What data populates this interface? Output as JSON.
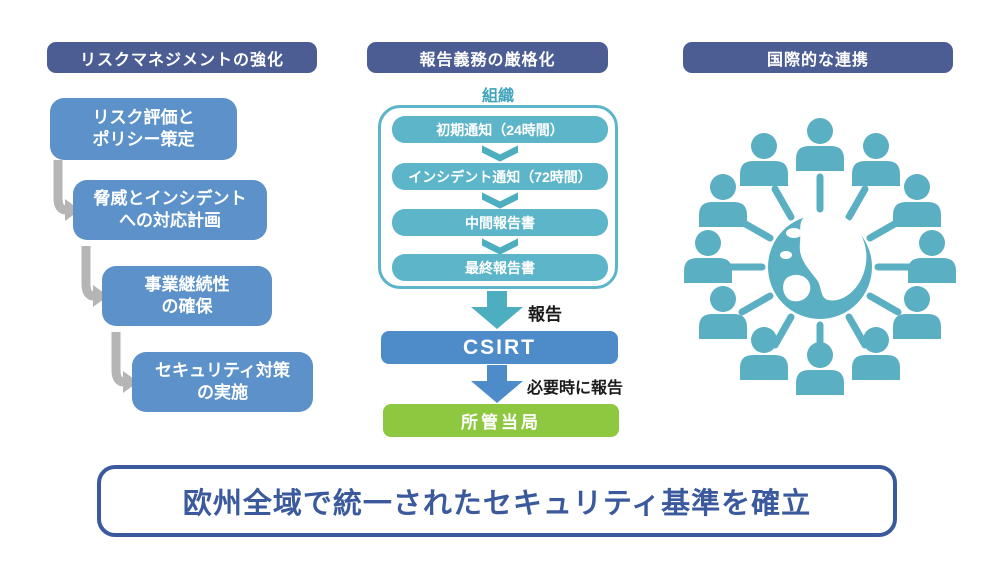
{
  "colors": {
    "header_bg": "#4B5D93",
    "risk_step_bg": "#5C92C9",
    "teal_box": "#5CB5C8",
    "teal_arrow": "#4DAEC0",
    "org_label_text": "#3FA3BB",
    "csirt_bg": "#4D8CC9",
    "authority_bg": "#8EC740",
    "banner_blue": "#3B5A9E",
    "connector_gray": "#B5B5B5",
    "flow_label_text": "#1A1A1A",
    "network_teal": "#5BAFC3"
  },
  "left_column": {
    "header": "リスクマネジメントの強化",
    "steps": [
      "リスク評価と\nポリシー策定",
      "脅威とインシデント\nへの対応計画",
      "事業継続性\nの確保",
      "セキュリティ対策\nの実施"
    ]
  },
  "middle_column": {
    "header": "報告義務の厳格化",
    "org_label": "組織",
    "notices": [
      "初期通知（24時間）",
      "インシデント通知（72時間）",
      "中間報告書",
      "最終報告書"
    ],
    "report_label": "報告",
    "csirt": "CSIRT",
    "conditional_report_label": "必要時に報告",
    "authority": "所管当局"
  },
  "right_column": {
    "header": "国際的な連携",
    "icon": "globe-people-network"
  },
  "banner": {
    "text": "欧州全域で統一されたセキュリティ基準を確立"
  }
}
